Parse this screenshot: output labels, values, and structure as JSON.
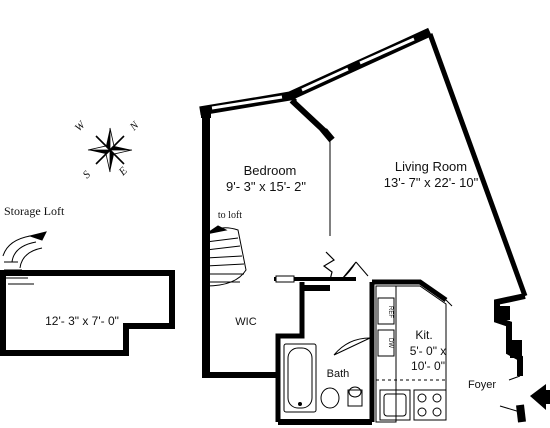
{
  "compass": {
    "north": "N",
    "east": "E",
    "south": "S",
    "west": "W"
  },
  "storage_loft": {
    "title": "Storage Loft",
    "dimensions": "12'- 3\" x 7'- 0\""
  },
  "rooms": {
    "bedroom": {
      "name": "Bedroom",
      "dimensions": "9'- 3\" x 15'- 2\""
    },
    "living_room": {
      "name": "Living Room",
      "dimensions": "13'- 7\" x 22'- 10\""
    },
    "kitchen": {
      "name": "Kit.",
      "dimensions_line1": "5'- 0\" x",
      "dimensions_line2": "10'- 0\""
    },
    "wic": {
      "name": "WIC"
    },
    "bath": {
      "name": "Bath"
    },
    "foyer": {
      "name": "Foyer"
    }
  },
  "annotations": {
    "to_loft": "to loft",
    "ref": "REF",
    "dw": "DW"
  },
  "colors": {
    "wall": "#000000",
    "background": "#ffffff"
  }
}
